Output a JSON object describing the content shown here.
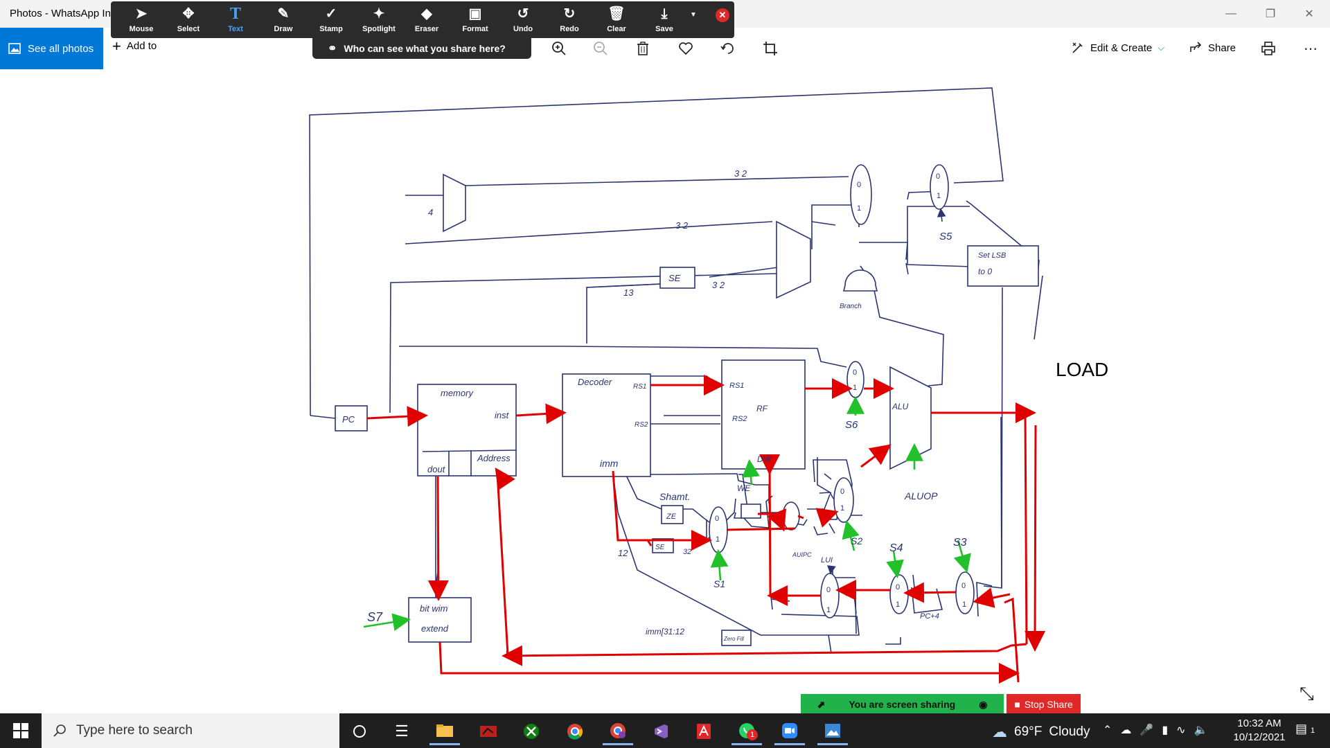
{
  "window": {
    "title": "Photos - WhatsApp In"
  },
  "photos_toolbar": {
    "see_all": "See all photos",
    "add_to": "Add to",
    "edit_create": "Edit & Create",
    "share": "Share",
    "icons": [
      "zoom-in-icon",
      "zoom-out-icon",
      "delete-icon",
      "heart-icon",
      "rotate-icon",
      "crop-icon",
      "print-icon",
      "more-icon"
    ]
  },
  "annotation_toolbar": {
    "tools": [
      {
        "label": "Mouse",
        "icon": "mouse-pointer-icon"
      },
      {
        "label": "Select",
        "icon": "select-move-icon"
      },
      {
        "label": "Text",
        "icon": "text-icon"
      },
      {
        "label": "Draw",
        "icon": "pencil-icon"
      },
      {
        "label": "Stamp",
        "icon": "checkmark-icon"
      },
      {
        "label": "Spotlight",
        "icon": "wand-icon"
      },
      {
        "label": "Eraser",
        "icon": "eraser-icon"
      },
      {
        "label": "Format",
        "icon": "format-color-icon"
      },
      {
        "label": "Undo",
        "icon": "undo-icon"
      },
      {
        "label": "Redo",
        "icon": "redo-icon"
      },
      {
        "label": "Clear",
        "icon": "trash-icon"
      },
      {
        "label": "Save",
        "icon": "save-icon"
      }
    ],
    "active_tool": "Text",
    "share_visibility": "Who can see what you share here?"
  },
  "diagram": {
    "load_label": "LOAD",
    "labels": {
      "four": "4",
      "w32a": "3 2",
      "w32b": "3 2",
      "w32c": "3 2",
      "w13": "13",
      "se_top": "SE",
      "pc": "PC",
      "memory": "memory",
      "inst": "inst",
      "dout": "dout",
      "address": "Address",
      "decoder": "Decoder",
      "rs1_out": "RS1",
      "rs2_out": "RS2",
      "imm": "imm",
      "rf_rs1": "RS1",
      "rf_rs2": "RS2",
      "rf": "RF",
      "dw": "DW",
      "we": "WE",
      "alu": "ALU",
      "aluop": "ALUOP",
      "s5": "S5",
      "s6": "S6",
      "s2": "S2",
      "s1": "S1",
      "s4": "S4",
      "s3": "S3",
      "s7": "S7",
      "shamt": "Shamt.",
      "ze_shamt": "ZE",
      "se_mid": "SE",
      "w12": "12",
      "w32d": "32",
      "auipc": "AUIPC",
      "lui": "LUI",
      "pc4": "PC+4",
      "imm_31_12": "imm[31:12",
      "zero_fill": "Zero Fill",
      "set_lsb_1": "Set LSB",
      "set_lsb_2": "to 0",
      "bitwin_1": "bit wim",
      "bitwin_2": "extend",
      "branch": "Branch"
    }
  },
  "sharing": {
    "status": "You are screen sharing",
    "stop": "Stop Share"
  },
  "taskbar": {
    "search_placeholder": "Type here to search",
    "weather_temp": "69°F",
    "weather_desc": "Cloudy",
    "time": "10:32 AM",
    "date": "10/12/2021",
    "whatsapp_badge": "1",
    "notification_count": "1"
  }
}
